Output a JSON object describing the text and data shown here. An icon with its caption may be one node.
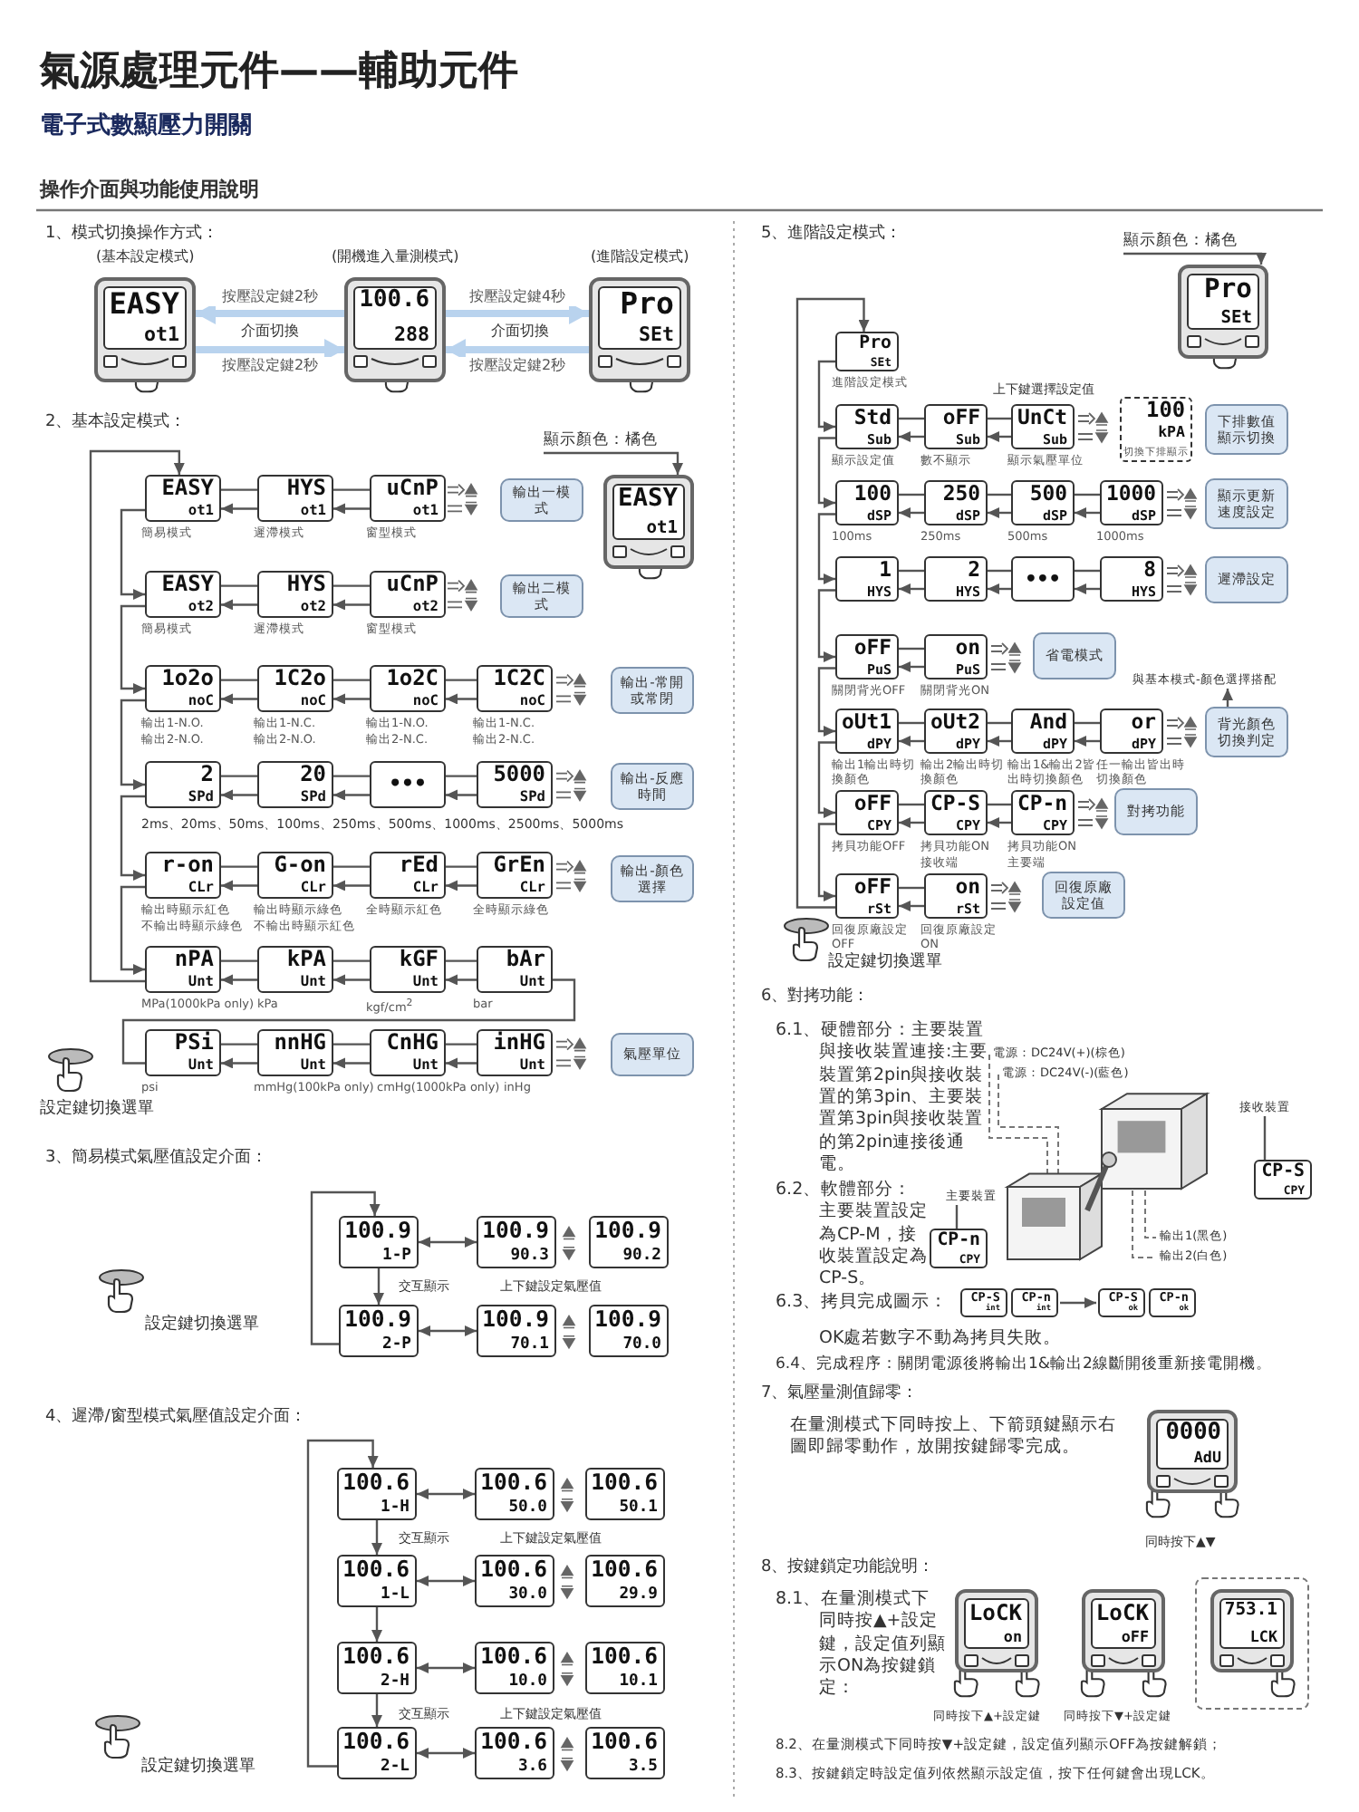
{
  "diagram": {
    "title": "氣源處理元件——輔助元件",
    "nodes": [
      {
        "text": [
          "EASY",
          "ot1"
        ],
        "beside": [
          "(基本設定模式)"
        ]
      },
      {
        "text": [
          "100.6",
          "288"
        ],
        "beside": [
          "(開機進入量測模式)"
        ]
      },
      {
        "text": [
          "Pro",
          "SEt"
        ],
        "beside": [
          "(進階設定模式)"
        ]
      },
      {
        "text": [
          "顯示顏色：橘色"
        ]
      },
      {
        "text": [
          "EASY",
          "ot1"
        ]
      },
      {
        "text": [
          "EASY",
          "ot1"
        ],
        "beside": [
          "簡易模式"
        ]
      },
      {
        "text": [
          "HYS",
          "ot1"
        ],
        "beside": [
          "遲滯模式"
        ]
      },
      {
        "text": [
          "uCnP",
          "ot1"
        ],
        "beside": [
          "窗型模式"
        ]
      },
      {
        "text": [
          "輸出一模式"
        ]
      },
      {
        "text": [
          "EASY",
          "ot2"
        ],
        "beside": [
          "簡易模式"
        ]
      },
      {
        "text": [
          "HYS",
          "ot2"
        ],
        "beside": [
          "遲滯模式"
        ]
      },
      {
        "text": [
          "uCnP",
          "ot2"
        ],
        "beside": [
          "窗型模式"
        ]
      },
      {
        "text": [
          "輸出二模式"
        ]
      },
      {
        "text": [
          "1o2o",
          "noC"
        ],
        "beside": [
          "輸出1-N.O.",
          "輸出2-N.O."
        ]
      },
      {
        "text": [
          "1C2o",
          "noC"
        ],
        "beside": [
          "輸出1-N.C.",
          "輸出2-N.O."
        ]
      },
      {
        "text": [
          "1o2C",
          "noC"
        ],
        "beside": [
          "輸出1-N.O.",
          "輸出2-N.C."
        ]
      },
      {
        "text": [
          "1C2C",
          "noC"
        ],
        "beside": [
          "輸出1-N.C.",
          "輸出2-N.C."
        ]
      },
      {
        "text": [
          "輸出-常開或常閉"
        ]
      },
      {
        "text": [
          "2",
          "SPd"
        ]
      },
      {
        "text": [
          "20",
          "SPd"
        ]
      },
      {
        "text": [
          "•••"
        ]
      },
      {
        "text": [
          "5000",
          "SPd"
        ]
      },
      {
        "text": [
          "輸出-反應時間"
        ]
      },
      {
        "text": [
          "r-on",
          "CLr"
        ],
        "beside": [
          "輸出時顯示紅色",
          "不輸出時顯示綠色"
        ]
      },
      {
        "text": [
          "G-on",
          "CLr"
        ],
        "beside": [
          "輸出時顯示綠色",
          "不輸出時顯示紅色"
        ]
      },
      {
        "text": [
          "rEd",
          "CLr"
        ],
        "beside": [
          "全時顯示紅色"
        ]
      },
      {
        "text": [
          "GrEn",
          "CLr"
        ],
        "beside": [
          "全時顯示綠色"
        ]
      },
      {
        "text": [
          "輸出-顏色選擇"
        ]
      },
      {
        "text": [
          "nPA",
          "Unt"
        ],
        "beside": [
          "MPa(1000kPa only)"
        ]
      },
      {
        "text": [
          "kPA",
          "Unt"
        ],
        "beside": [
          "kPa"
        ]
      },
      {
        "text": [
          "kGF",
          "Unt"
        ],
        "beside": [
          "kgf/cm$^{2}$"
        ]
      },
      {
        "text": [
          "bAr",
          "Unt"
        ],
        "beside": [
          "bar"
        ]
      },
      {
        "text": [
          "PSi",
          "Unt"
        ],
        "beside": [
          "psi"
        ]
      },
      {
        "text": [
          "nnHG",
          "Unt"
        ],
        "beside": [
          "mmHg(100kPa only)"
        ]
      },
      {
        "text": [
          "CnHG",
          "Unt"
        ],
        "beside": [
          "cmHg(1000kPa only)"
        ]
      },
      {
        "text": [
          "inHG",
          "Unt"
        ],
        "beside": [
          "inHg"
        ]
      },
      {
        "text": [
          "氣壓單位"
        ]
      },
      {
        "text": [
          "100.9",
          "1-P"
        ]
      },
      {
        "text": [
          "100.9",
          "90.3"
        ]
      },
      {
        "text": [
          "100.9",
          "90.2"
        ]
      },
      {
        "text": [
          "100.9",
          "2-P"
        ]
      },
      {
        "text": [
          "100.9",
          "70.1"
        ]
      },
      {
        "text": [
          "100.9",
          "70.0"
        ]
      },
      {
        "text": [
          "100.6",
          "1-H"
        ]
      },
      {
        "text": [
          "100.6",
          "50.0"
        ]
      },
      {
        "text": [
          "100.6",
          "50.1"
        ]
      },
      {
        "text": [
          "100.6",
          "1-L"
        ]
      },
      {
        "text": [
          "100.6",
          "30.0"
        ]
      },
      {
        "text": [
          "100.6",
          "29.9"
        ]
      },
      {
        "text": [
          "100.6",
          "2-H"
        ]
      },
      {
        "text": [
          "100.6",
          "10.0"
        ]
      },
      {
        "text": [
          "100.6",
          "10.1"
        ]
      },
      {
        "text": [
          "100.6",
          "2-L"
        ]
      },
      {
        "text": [
          "100.6",
          "3.6"
        ]
      },
      {
        "text": [
          "100.6",
          "3.5"
        ]
      },
      {
        "text": [
          "顯示顏色：橘色"
        ]
      },
      {
        "text": [
          "Pro",
          "SEt"
        ]
      },
      {
        "text": [
          "Pro",
          "SEt"
        ],
        "beside": [
          "進階設定模式"
        ]
      },
      {
        "text": [
          "Std",
          "Sub"
        ],
        "beside": [
          "顯示設定值"
        ]
      },
      {
        "text": [
          "oFF",
          "Sub"
        ],
        "beside": [
          "數不顯示"
        ]
      },
      {
        "text": [
          "UnCt",
          "Sub"
        ],
        "beside": [
          "顯示氣壓單位"
        ]
      },
      {
        "text": [
          "100",
          "kPA",
          "切換下排顯示"
        ]
      },
      {
        "text": [
          "下排數值顯示切換"
        ]
      },
      {
        "text": [
          "100",
          "dSP"
        ],
        "beside": [
          "100ms"
        ]
      },
      {
        "text": [
          "250",
          "dSP"
        ],
        "beside": [
          "250ms"
        ]
      },
      {
        "text": [
          "500",
          "dSP"
        ],
        "beside": [
          "500ms"
        ]
      },
      {
        "text": [
          "1000",
          "dSP"
        ],
        "beside": [
          "1000ms"
        ]
      },
      {
        "text": [
          "顯示更新速度設定"
        ]
      },
      {
        "text": [
          "1",
          "HYS"
        ]
      },
      {
        "text": [
          "2",
          "HYS"
        ]
      },
      {
        "text": [
          "•••"
        ]
      },
      {
        "text": [
          "8",
          "HYS"
        ]
      },
      {
        "text": [
          "遲滯設定"
        ]
      },
      {
        "text": [
          "oFF",
          "PuS"
        ],
        "beside": [
          "關閉背光OFF"
        ]
      },
      {
        "text": [
          "on",
          "PuS"
        ],
        "beside": [
          "關閉背光ON"
        ]
      },
      {
        "text": [
          "省電模式"
        ]
      },
      {
        "text": [
          "oUt1",
          "dPY"
        ],
        "beside": [
          "輸出1輸出時切換顏色"
        ]
      },
      {
        "text": [
          "oUt2",
          "dPY"
        ],
        "beside": [
          "輸出2輸出時切換顏色"
        ]
      },
      {
        "text": [
          "And",
          "dPY"
        ],
        "beside": [
          "輸出1&輸出2皆出時切換顏色"
        ]
      },
      {
        "text": [
          "or",
          "dPY"
        ],
        "beside": [
          "任一輸出皆出時切換顏色"
        ]
      },
      {
        "text": [
          "背光顏色切換判定"
        ]
      },
      {
        "text": [
          "與基本模式-顏色選擇搭配"
        ]
      },
      {
        "text": [
          "oFF",
          "CPY"
        ],
        "beside": [
          "拷貝功能OFF"
        ]
      },
      {
        "text": [
          "CP-S",
          "CPY"
        ],
        "beside": [
          "拷貝功能ON",
          "接收端"
        ]
      },
      {
        "text": [
          "CP-n",
          "CPY"
        ],
        "beside": [
          "拷貝功能ON",
          "主要端"
        ]
      },
      {
        "text": [
          "對拷功能"
        ]
      },
      {
        "text": [
          "oFF",
          "rSt"
        ],
        "beside": [
          "回復原廠設定OFF"
        ]
      },
      {
        "text": [
          "on",
          "rSt"
        ],
        "beside": [
          "回復原廠設定ON"
        ]
      },
      {
        "text": [
          "回復原廠設定值"
        ]
      },
      {
        "text": [
          "接收裝置"
        ]
      },
      {
        "text": [
          "CP-S",
          "CPY"
        ]
      },
      {
        "text": [
          "主要裝置"
        ]
      },
      {
        "text": [
          "CP-n",
          "CPY"
        ]
      },
      {
        "text": [
          "CP-S",
          "int"
        ]
      },
      {
        "text": [
          "CP-n",
          "int"
        ]
      },
      {
        "text": [
          "CP-S",
          "ok"
        ]
      },
      {
        "text": [
          "CP-n",
          "ok"
        ]
      },
      {
        "text": [
          "0000",
          "AdU"
        ]
      },
      {
        "text": [
          "LoCK",
          "on"
        ]
      },
      {
        "text": [
          "LoCK",
          "oFF"
        ]
      },
      {
        "text": [
          "753.1",
          "LCK"
        ]
      }
    ],
    "edges": [
      {
        "from": 1,
        "to": 0,
        "arrow": "to",
        "label": "按壓設定鍵2秒",
        "style": "thick",
        "color": "#b9d3ee"
      },
      {
        "from": 0,
        "to": 1,
        "arrow": "to",
        "label": "按壓設定鍵2秒",
        "style": "thick",
        "color": "#b9d3ee"
      },
      {
        "from": 1,
        "to": 2,
        "arrow": "to",
        "label": "按壓設定鍵4秒",
        "style": "thick",
        "color": "#b9d3ee"
      },
      {
        "from": 2,
        "to": 1,
        "arrow": "to",
        "label": "按壓設定鍵2秒",
        "style": "thick",
        "color": "#b9d3ee"
      },
      {
        "from": 3,
        "to": 4,
        "arrow": "to"
      },
      {
        "from": 6,
        "to": 5,
        "arrow": "to"
      },
      {
        "from": 7,
        "to": 6,
        "arrow": "to"
      },
      {
        "from": 10,
        "to": 9,
        "arrow": "to"
      },
      {
        "from": 11,
        "to": 10,
        "arrow": "to"
      },
      {
        "from": 14,
        "to": 13,
        "arrow": "to"
      },
      {
        "from": 15,
        "to": 14,
        "arrow": "to"
      },
      {
        "from": 16,
        "to": 15,
        "arrow": "to"
      },
      {
        "from": 19,
        "to": 18,
        "arrow": "to"
      },
      {
        "from": 20,
        "to": 19,
        "arrow": "to"
      },
      {
        "from": 21,
        "to": 20,
        "arrow": "to"
      },
      {
        "from": 24,
        "to": 23,
        "arrow": "to"
      },
      {
        "from": 25,
        "to": 24,
        "arrow": "to"
      },
      {
        "from": 26,
        "to": 25,
        "arrow": "to"
      },
      {
        "from": 29,
        "to": 28,
        "arrow": "to"
      },
      {
        "from": 30,
        "to": 29,
        "arrow": "to"
      },
      {
        "from": 31,
        "to": 30,
        "arrow": "to"
      },
      {
        "from": 31,
        "to": 32,
        "arrow": "none"
      },
      {
        "from": 33,
        "to": 32,
        "arrow": "to"
      },
      {
        "from": 34,
        "to": 33,
        "arrow": "to"
      },
      {
        "from": 35,
        "to": 34,
        "arrow": "to"
      },
      {
        "from": 5,
        "to": 9,
        "arrow": "to"
      },
      {
        "from": 9,
        "to": 13,
        "arrow": "to"
      },
      {
        "from": 13,
        "to": 18,
        "arrow": "to"
      },
      {
        "from": 18,
        "to": 23,
        "arrow": "to"
      },
      {
        "from": 23,
        "to": 28,
        "arrow": "to"
      },
      {
        "from": 28,
        "to": 5,
        "arrow": "to"
      },
      {
        "from": 37,
        "to": 38,
        "arrow": "both"
      },
      {
        "from": 40,
        "to": 41,
        "arrow": "both"
      },
      {
        "from": 37,
        "to": 40,
        "arrow": "to"
      },
      {
        "from": 40,
        "to": 37,
        "arrow": "to"
      },
      {
        "from": 43,
        "to": 44,
        "arrow": "both"
      },
      {
        "from": 46,
        "to": 47,
        "arrow": "both"
      },
      {
        "from": 49,
        "to": 50,
        "arrow": "both"
      },
      {
        "from": 52,
        "to": 53,
        "arrow": "both"
      },
      {
        "from": 43,
        "to": 46,
        "arrow": "to"
      },
      {
        "from": 46,
        "to": 49,
        "arrow": "to"
      },
      {
        "from": 49,
        "to": 52,
        "arrow": "to"
      },
      {
        "from": 52,
        "to": 43,
        "arrow": "to"
      },
      {
        "from": 55,
        "to": 56,
        "arrow": "to"
      },
      {
        "from": 57,
        "to": 58,
        "arrow": "to"
      },
      {
        "from": 58,
        "to": 63,
        "arrow": "to"
      },
      {
        "from": 63,
        "to": 68,
        "arrow": "to"
      },
      {
        "from": 68,
        "to": 73,
        "arrow": "to"
      },
      {
        "from": 73,
        "to": 76,
        "arrow": "to"
      },
      {
        "from": 76,
        "to": 82,
        "arrow": "to"
      },
      {
        "from": 82,
        "to": 86,
        "arrow": "to"
      },
      {
        "from": 86,
        "to": 57,
        "arrow": "to"
      },
      {
        "from": 59,
        "to": 58,
        "arrow": "to"
      },
      {
        "from": 60,
        "to": 59,
        "arrow": "to"
      },
      {
        "from": 64,
        "to": 63,
        "arrow": "to"
      },
      {
        "from": 65,
        "to": 64,
        "arrow": "to"
      },
      {
        "from": 66,
        "to": 65,
        "arrow": "to"
      },
      {
        "from": 69,
        "to": 68,
        "arrow": "to"
      },
      {
        "from": 70,
        "to": 69,
        "arrow": "to"
      },
      {
        "from": 71,
        "to": 70,
        "arrow": "to"
      },
      {
        "from": 74,
        "to": 73,
        "arrow": "to"
      },
      {
        "from": 77,
        "to": 76,
        "arrow": "to"
      },
      {
        "from": 78,
        "to": 77,
        "arrow": "to"
      },
      {
        "from": 79,
        "to": 78,
        "arrow": "to"
      },
      {
        "from": 83,
        "to": 82,
        "arrow": "to"
      },
      {
        "from": 84,
        "to": 83,
        "arrow": "to"
      },
      {
        "from": 87,
        "to": 86,
        "arrow": "to"
      },
      {
        "from": 80,
        "to": 81,
        "arrow": "to"
      },
      {
        "from": 89,
        "to": 90,
        "arrow": "none"
      },
      {
        "from": 91,
        "to": 92,
        "arrow": "none"
      },
      {
        "from": 94,
        "to": 95,
        "arrow": "to"
      },
      {
        "from": 5,
        "to": 6,
        "arrow": "none"
      },
      {
        "from": 6,
        "to": 7,
        "arrow": "none"
      },
      {
        "from": 9,
        "to": 10,
        "arrow": "none"
      },
      {
        "from": 10,
        "to": 11,
        "arrow": "none"
      },
      {
        "from": 13,
        "to": 14,
        "arrow": "none"
      },
      {
        "from": 14,
        "to": 15,
        "arrow": "none"
      },
      {
        "from": 15,
        "to": 16,
        "arrow": "none"
      },
      {
        "from": 18,
        "to": 19,
        "arrow": "none"
      },
      {
        "from": 19,
        "to": 20,
        "arrow": "none"
      },
      {
        "from": 20,
        "to": 21,
        "arrow": "none"
      },
      {
        "from": 23,
        "to": 24,
        "arrow": "none"
      },
      {
        "from": 24,
        "to": 25,
        "arrow": "none"
      },
      {
        "from": 25,
        "to": 26,
        "arrow": "none"
      },
      {
        "from": 28,
        "to": 29,
        "arrow": "none"
      },
      {
        "from": 29,
        "to": 30,
        "arrow": "none"
      },
      {
        "from": 30,
        "to": 31,
        "arrow": "none"
      },
      {
        "from": 32,
        "to": 33,
        "arrow": "none"
      },
      {
        "from": 33,
        "to": 34,
        "arrow": "none"
      },
      {
        "from": 34,
        "to": 35,
        "arrow": "none"
      },
      {
        "from": 58,
        "to": 59,
        "arrow": "none"
      },
      {
        "from": 59,
        "to": 60,
        "arrow": "none"
      },
      {
        "from": 63,
        "to": 64,
        "arrow": "none"
      },
      {
        "from": 64,
        "to": 65,
        "arrow": "none"
      },
      {
        "from": 65,
        "to": 66,
        "arrow": "none"
      },
      {
        "from": 68,
        "to": 69,
        "arrow": "none"
      },
      {
        "from": 69,
        "to": 70,
        "arrow": "none"
      },
      {
        "from": 70,
        "to": 71,
        "arrow": "none"
      },
      {
        "from": 73,
        "to": 74,
        "arrow": "none"
      },
      {
        "from": 76,
        "to": 77,
        "arrow": "none"
      },
      {
        "from": 77,
        "to": 78,
        "arrow": "none"
      },
      {
        "from": 78,
        "to": 79,
        "arrow": "none"
      },
      {
        "from": 82,
        "to": 83,
        "arrow": "none"
      },
      {
        "from": 83,
        "to": 84,
        "arrow": "none"
      },
      {
        "from": 86,
        "to": 87,
        "arrow": "none"
      }
    ],
    "labels": [
      "電子式數顯壓力開關",
      "操作介面與功能使用說明",
      "1、模式切換操作方式：",
      "介面切換",
      "介面切換",
      "2、基本設定模式：",
      "2ms、20ms、50ms、100ms、250ms、500ms、1000ms、2500ms、5000ms",
      "設定鍵切換選單",
      "3、簡易模式氣壓值設定介面：",
      "交互顯示",
      "上下鍵設定氣壓值",
      "設定鍵切換選單",
      "4、遲滯/窗型模式氣壓值設定介面：",
      "交互顯示",
      "上下鍵設定氣壓值",
      "交互顯示",
      "上下鍵設定氣壓值",
      "設定鍵切換選單",
      "5、進階設定模式：",
      "上下鍵選擇設定值",
      "設定鍵切換選單",
      "6、對拷功能：",
      "6.1、硬體部分：主要裝置與接收裝置連接:主要裝置第2pin與接收裝置的第3pin、主要裝置第3pin與接收裝置的第2pin連接後通電。",
      "6.2、軟體部分：主要裝置設定為CP-M，接收裝置設定為CP-S。",
      "6.3、拷貝完成圖示：",
      "電源：DC24V(+)(棕色)",
      "電源：DC24V(-)(藍色)",
      "輸出1(黑色)",
      "輸出2(白色)",
      "OK處若數字不動為拷貝失敗。",
      "6.4、完成程序：關閉電源後將輸出1&輸出2線斷開後重新接電開機。",
      "7、氣壓量測值歸零：",
      "在量測模式下同時按上、下箭頭鍵顯示右圖即歸零動作，放開按鍵歸零完成。",
      "同時按下▲▼",
      "8、按鍵鎖定功能說明：",
      "8.1、在量測模式下同時按▲+設定鍵，設定值列顯示ON為按鍵鎖定：",
      "同時按下▲+設定鍵",
      "同時按下▼+設定鍵",
      "8.2、在量測模式下同時按▼+設定鍵，設定值列顯示OFF為按鍵解鎖；",
      "8.3、按鍵鎖定時設定值列依然顯示設定值，按下任何鍵會出現LCK。"
    ]
  }
}
